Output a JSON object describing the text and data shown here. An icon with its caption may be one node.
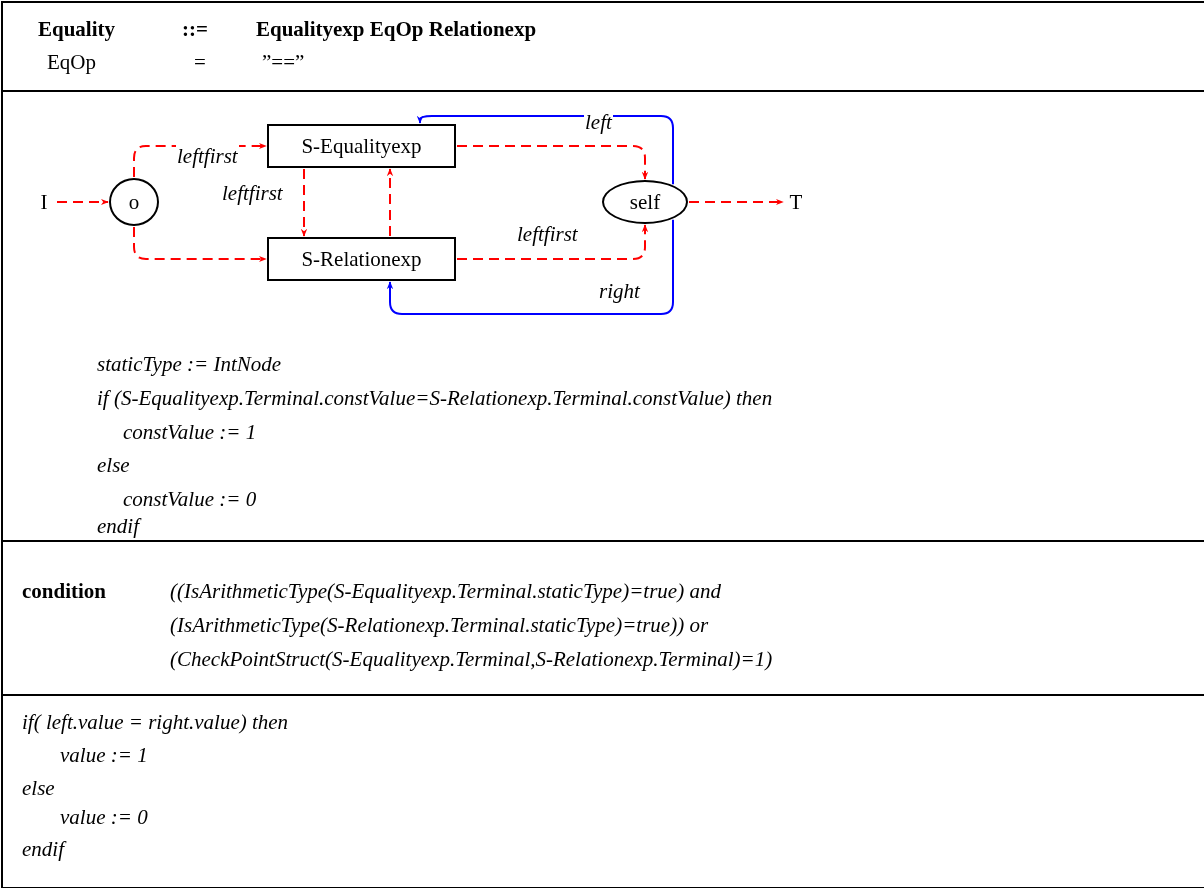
{
  "diagram": {
    "nodes": [
      {
        "text": [
          "I"
        ]
      },
      {
        "text": [
          "o"
        ]
      },
      {
        "text": [
          "S-Equalityexp"
        ]
      },
      {
        "text": [
          "S-Relationexp"
        ]
      },
      {
        "text": [
          "self"
        ]
      },
      {
        "text": [
          "T"
        ]
      }
    ],
    "edges": [
      {
        "from": 0,
        "to": 1,
        "arrow": "to",
        "style": "dashed"
      },
      {
        "from": 1,
        "to": 2,
        "arrow": "to",
        "style": "dashed",
        "label": "leftfirst"
      },
      {
        "from": 1,
        "to": 3,
        "arrow": "to",
        "style": "dashed"
      },
      {
        "from": 2,
        "to": 3,
        "arrow": "to",
        "style": "dashed",
        "label": "leftfirst"
      },
      {
        "from": 3,
        "to": 2,
        "arrow": "to",
        "style": "dashed"
      },
      {
        "from": 2,
        "to": 4,
        "arrow": "to",
        "style": "dashed"
      },
      {
        "from": 3,
        "to": 4,
        "arrow": "to",
        "style": "dashed",
        "label": "leftfirst"
      },
      {
        "from": 4,
        "to": 5,
        "arrow": "to",
        "style": "dashed"
      },
      {
        "from": 4,
        "to": 2,
        "arrow": "to",
        "color": "#0000ff",
        "label": "left"
      },
      {
        "from": 4,
        "to": 3,
        "arrow": "to",
        "color": "#0000ff",
        "label": "right"
      }
    ],
    "labels": [
      "Equality",
      "::=",
      "Equalityexp EqOp Relationexp",
      "EqOp",
      "=",
      "”==”",
      "staticType := IntNode",
      "if (S-Equalityexp.Terminal.constValue=S-Relationexp.Terminal.constValue) then",
      "constValue := 1",
      "else",
      "constValue := 0",
      "endif",
      "condition",
      "((IsArithmeticType(S-Equalityexp.Terminal.staticType)=true) and",
      "(IsArithmeticType(S-Relationexp.Terminal.staticType)=true)) or",
      "(CheckPointStruct(S-Equalityexp.Terminal,S-Relationexp.Terminal)=1)",
      "if( left.value = right.value) then",
      "value := 1",
      "else",
      "value := 0",
      "endif"
    ]
  }
}
